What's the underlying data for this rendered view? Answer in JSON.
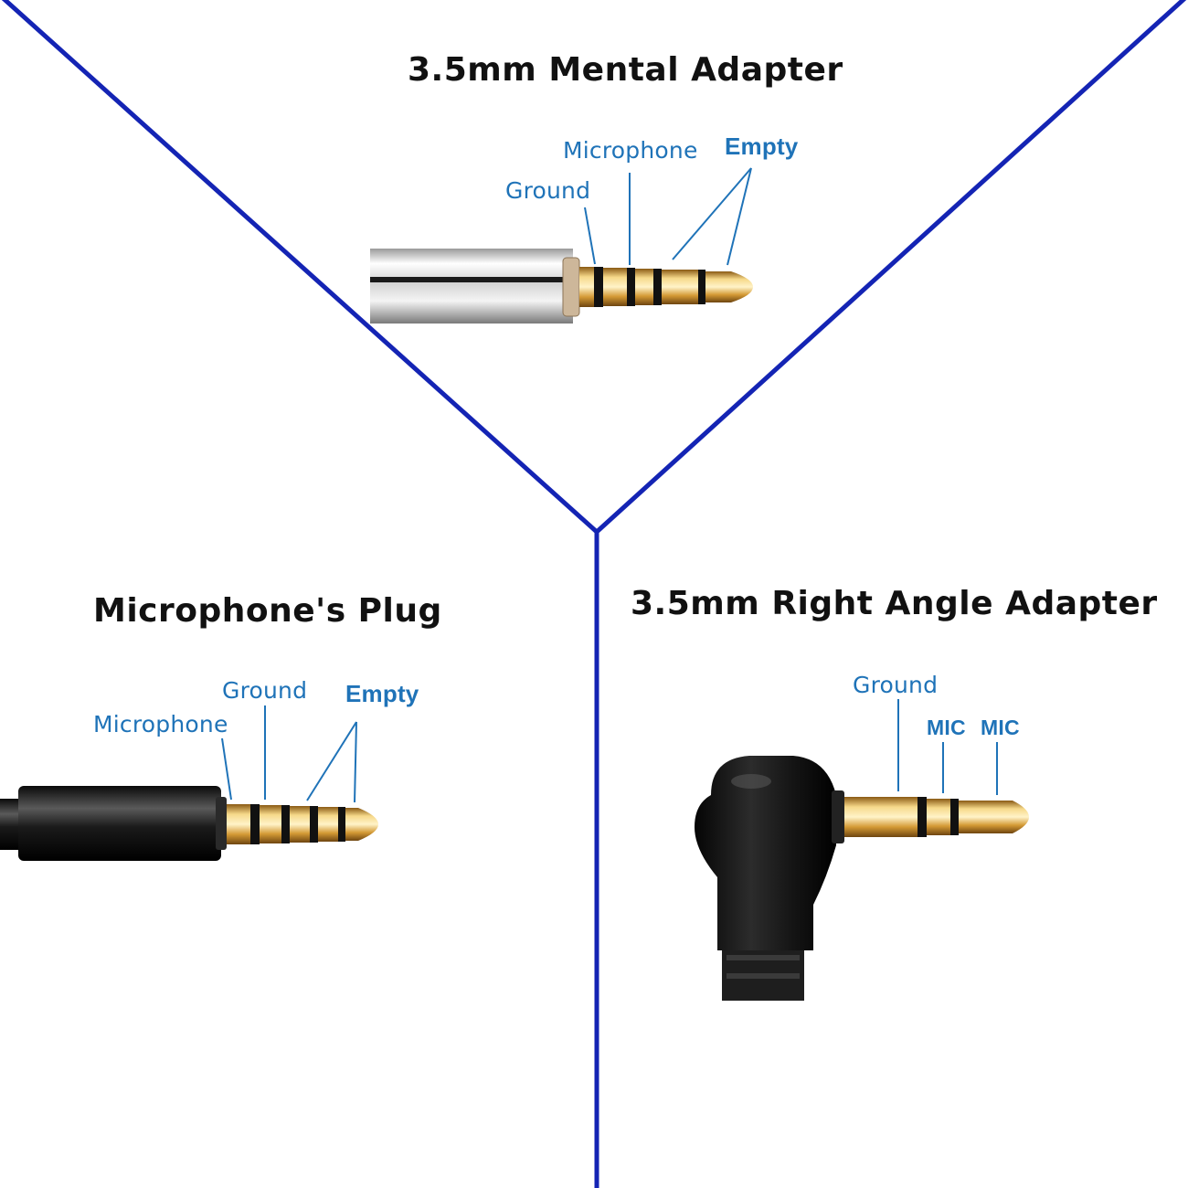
{
  "colors": {
    "divider": "#1424b4",
    "label": "#1f73b8",
    "title": "#111111",
    "gold": "#d9a93b",
    "band": "#111111"
  },
  "panels": {
    "top": {
      "title": "3.5mm Mental Adapter",
      "labels": {
        "ground": "Ground",
        "microphone": "Microphone",
        "empty": "Empty"
      }
    },
    "left": {
      "title": "Microphone's Plug",
      "labels": {
        "microphone": "Microphone",
        "ground": "Ground",
        "empty": "Empty"
      }
    },
    "right": {
      "title": "3.5mm Right Angle Adapter",
      "labels": {
        "ground": "Ground",
        "mic1": "MIC",
        "mic2": "MIC"
      }
    }
  }
}
